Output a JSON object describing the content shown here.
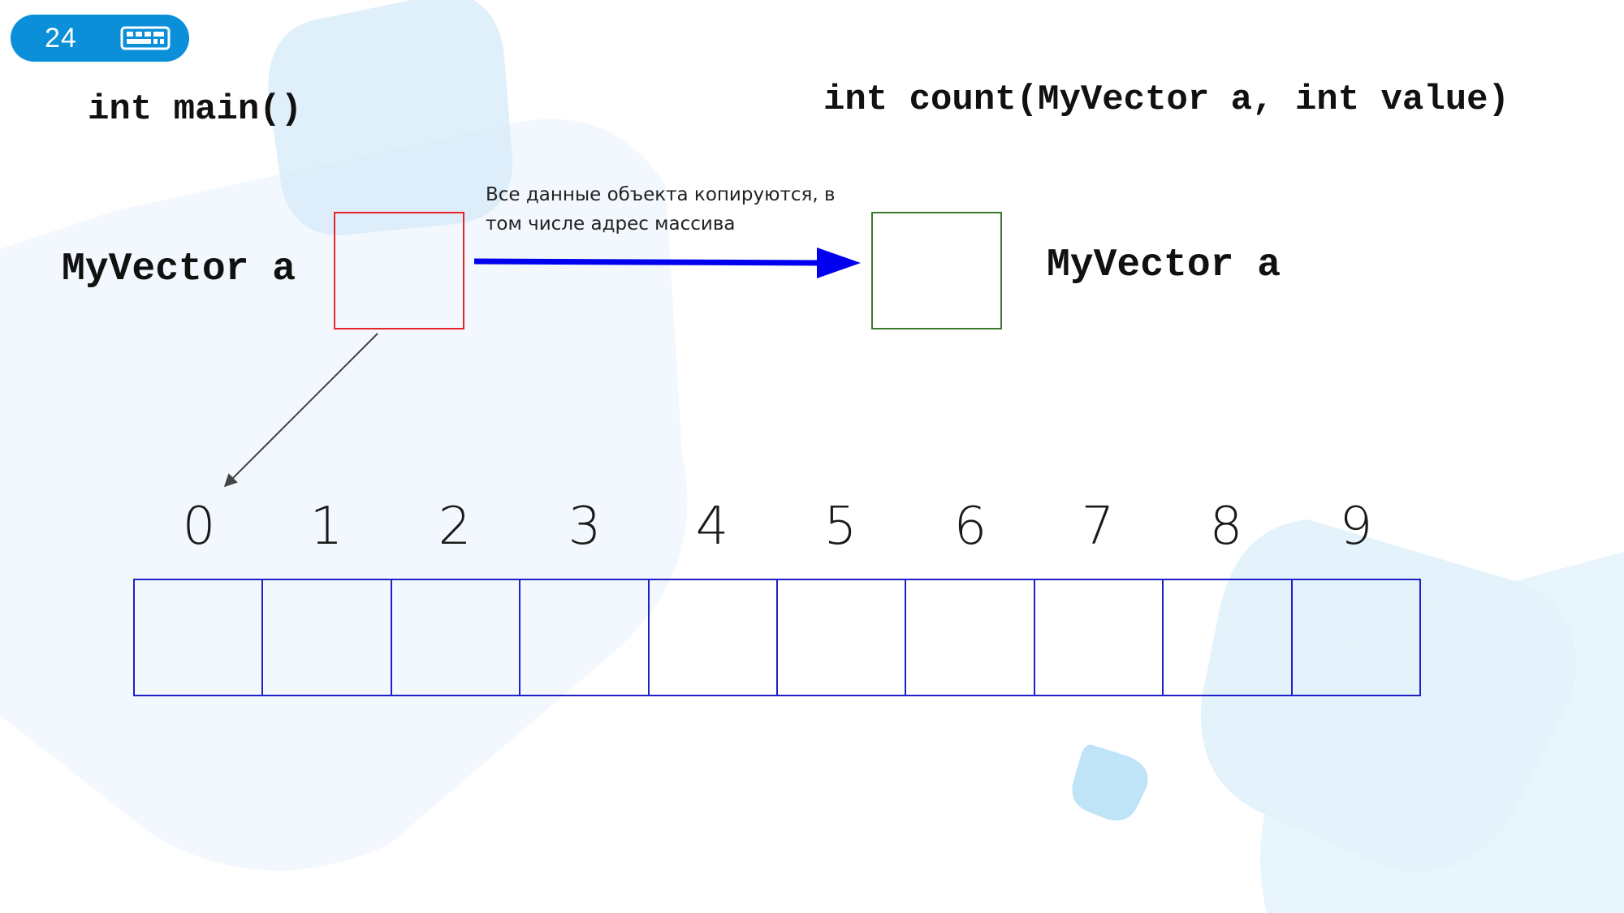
{
  "slide": {
    "number": "24",
    "badge_icon": "keyboard-icon",
    "accent_color": "#0a8fd8"
  },
  "code": {
    "main_signature": "int main()",
    "count_signature": "int count(MyVector a, int value)"
  },
  "objects": {
    "caller_label": "MyVector a",
    "callee_label": "MyVector a",
    "caller_box_color": "#e8262a",
    "callee_box_color": "#3b7a2e"
  },
  "annotation": {
    "copy_note": "Все данные объекта копируются, в том числе адрес массива",
    "copy_arrow_color": "#0000ee"
  },
  "array": {
    "indices": [
      "0",
      "1",
      "2",
      "3",
      "4",
      "5",
      "6",
      "7",
      "8",
      "9"
    ],
    "cell_border_color": "#2020c8"
  }
}
